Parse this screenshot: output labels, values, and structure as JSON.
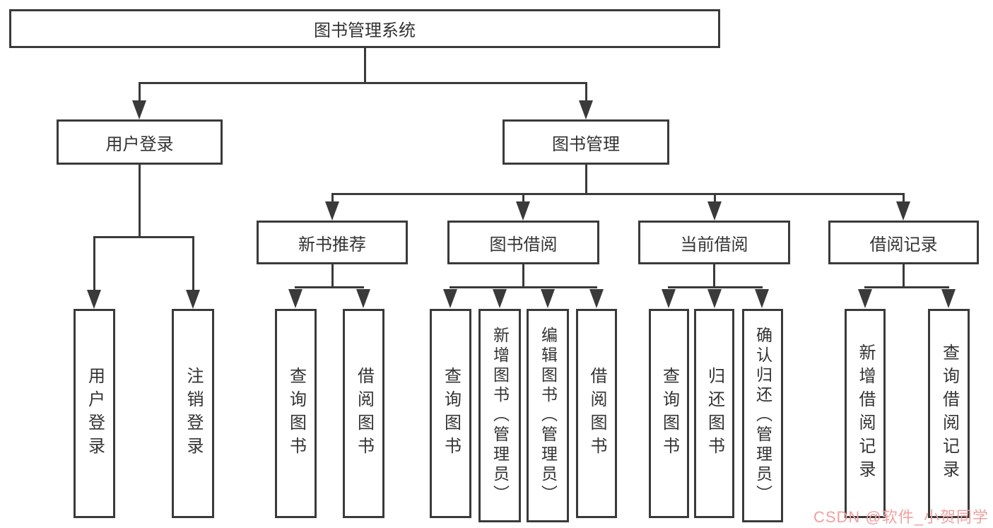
{
  "watermark": "CSDN @软件_小贺同学",
  "colors": {
    "line": "#3a3a3a",
    "text": "#333333",
    "watermark": "#f0a0a0"
  },
  "tree": {
    "root": "图书管理系统",
    "branches": [
      {
        "label": "用户登录",
        "children": [
          "用户登录",
          "注销登录"
        ]
      },
      {
        "label": "图书管理",
        "sections": [
          {
            "label": "新书推荐",
            "children": [
              "查询图书",
              "借阅图书"
            ]
          },
          {
            "label": "图书借阅",
            "children": [
              "查询图书",
              "新增图书（管理员）",
              "编辑图书（管理员）",
              "借阅图书"
            ]
          },
          {
            "label": "当前借阅",
            "children": [
              "查询图书",
              "归还图书",
              "确认归还（管理员）"
            ]
          },
          {
            "label": "借阅记录",
            "children": [
              "新增借阅记录",
              "查询借阅记录"
            ]
          }
        ]
      }
    ]
  }
}
